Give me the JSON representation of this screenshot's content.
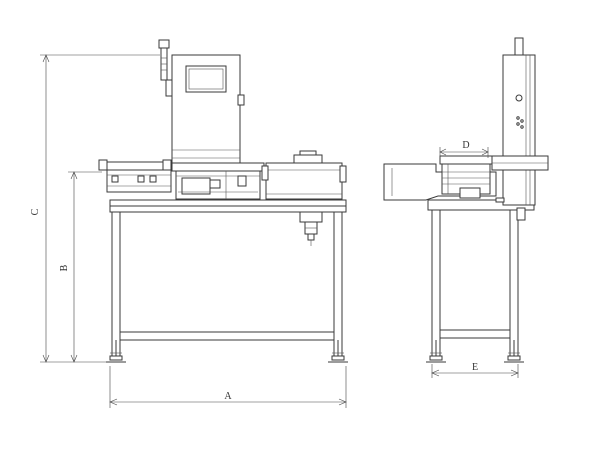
{
  "dimensions": {
    "a": "A",
    "b": "B",
    "c": "C",
    "d": "D",
    "e": "E"
  }
}
